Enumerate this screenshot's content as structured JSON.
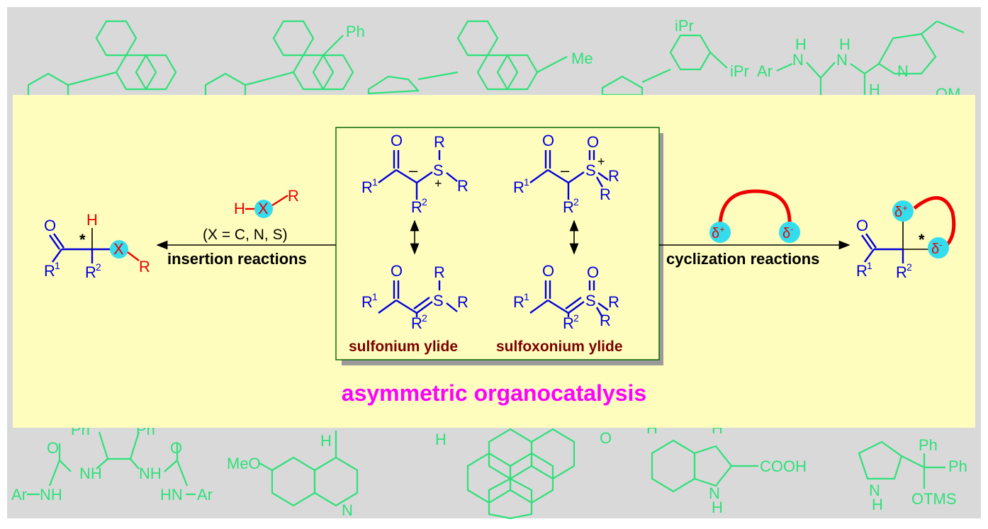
{
  "background_structures": {
    "top": [
      "Ph",
      "Me",
      "iPr",
      "iPr",
      "Ar",
      "N",
      "H",
      "N",
      "H",
      "N",
      "H",
      "OM"
    ],
    "bottom": [
      "Ph",
      "Ph",
      "Ar",
      "NH",
      "NH",
      "HN",
      "Ar",
      "MeO",
      "H",
      "N",
      "H",
      "O",
      "H",
      "H",
      "COOH",
      "N",
      "H",
      "N",
      "H",
      "Ph",
      "Ph",
      "OTMS"
    ]
  },
  "left": {
    "reagent_H": "H",
    "reagent_X": "X",
    "reagent_R": "R",
    "condition": "(X = C, N, S)",
    "label": "insertion reactions",
    "product": {
      "O": "O",
      "H": "H",
      "star": "*",
      "X": "X",
      "R": "R",
      "R1": "R",
      "R1_sup": "1",
      "R2": "R",
      "R2_sup": "2"
    }
  },
  "center": {
    "sulfonium": {
      "O": "O",
      "R": "R",
      "S": "S",
      "minus": "–",
      "plus": "+",
      "R1": "R",
      "R1_sup": "1",
      "R2": "R",
      "R2_sup": "2",
      "label": "sulfonium ylide"
    },
    "sulfoxonium": {
      "O": "O",
      "S": "S",
      "minus": "–",
      "plus": "+",
      "R": "R",
      "R1": "R",
      "R1_sup": "1",
      "R2": "R",
      "R2_sup": "2",
      "label": "sulfoxonium ylide"
    }
  },
  "right": {
    "delta": "δ",
    "plus": "+",
    "minus": "-",
    "label": "cyclization reactions",
    "product": {
      "O": "O",
      "star": "*",
      "R1": "R",
      "R1_sup": "1",
      "R2": "R",
      "R2_sup": "2"
    }
  },
  "title": "asymmetric organocatalysis",
  "colors": {
    "ylide_blue": "#0000dd",
    "label_brown": "#7a0000",
    "title_magenta": "#ff00ff",
    "highlight_cyan": "#33ddee",
    "panel_yellow": "#fffdbd",
    "backdrop_gray": "#d9d9d9",
    "bg_green": "#2fe07a"
  }
}
